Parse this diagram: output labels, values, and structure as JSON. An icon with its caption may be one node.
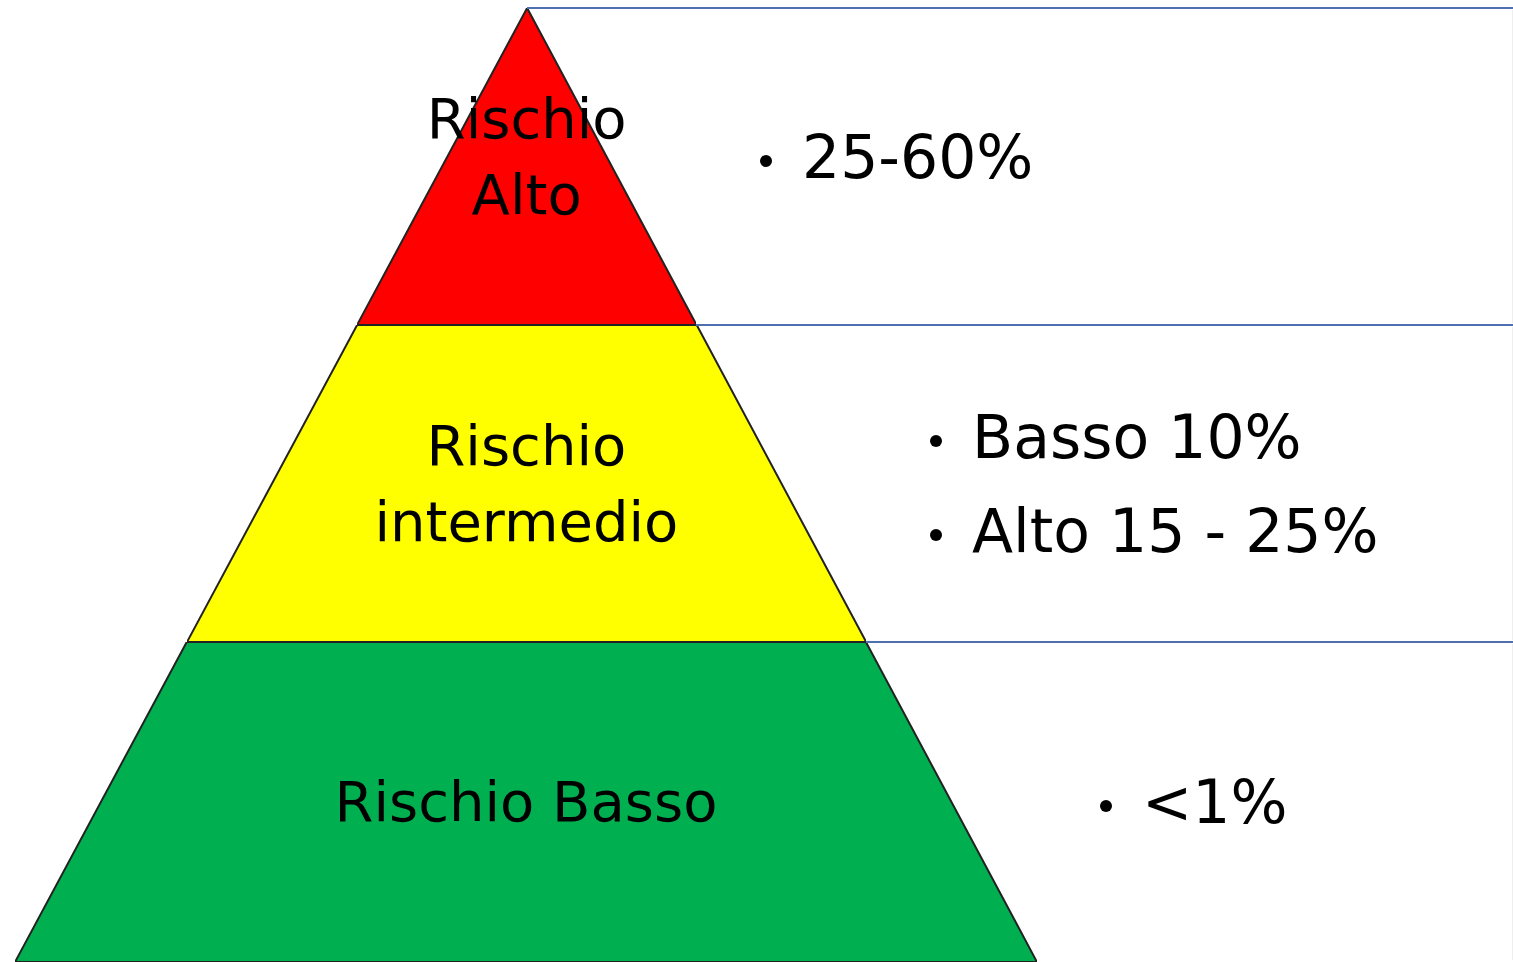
{
  "diagram": {
    "nodes": [
      {
        "text": [
          "Rischio Alto"
        ]
      },
      {
        "text": [
          "Rischio intermedio"
        ]
      },
      {
        "text": [
          "Rischio Basso"
        ]
      },
      {
        "text": [
          "25-60%"
        ]
      },
      {
        "text": [
          "Basso 10%",
          "Alto 15 - 25%"
        ]
      },
      {
        "text": [
          "<1%"
        ]
      }
    ]
  }
}
